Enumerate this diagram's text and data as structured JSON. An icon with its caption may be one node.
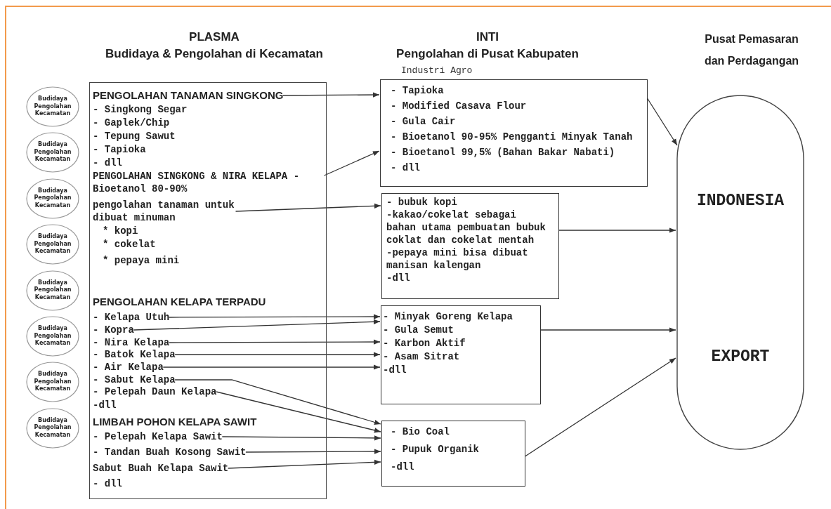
{
  "diagram": {
    "nodes": [
      {
        "text": [],
        "shape": "box"
      },
      {
        "text": [
          "PENGOLAHAN TANAMAN SINGKONG"
        ],
        "in": 0
      },
      {
        "text": [
          "- Singkong Segar"
        ],
        "in": 0
      },
      {
        "text": [
          "- Gaplek/Chip"
        ],
        "in": 0
      },
      {
        "text": [
          "- Tepung Sawut"
        ],
        "in": 0
      },
      {
        "text": [
          "- Tapioka"
        ],
        "in": 0
      },
      {
        "text": [
          "- dll"
        ],
        "in": 0
      },
      {
        "text": [
          "PENGOLAHAN SINGKONG & NIRA KELAPA - Bioetanol 80-90%"
        ],
        "in": 0
      },
      {
        "text": [
          "pengolahan tanaman untuk dibuat minuman"
        ],
        "in": 0
      },
      {
        "text": [
          "* kopi"
        ],
        "in": 0
      },
      {
        "text": [
          "* cokelat"
        ],
        "in": 0
      },
      {
        "text": [
          "* pepaya mini"
        ],
        "in": 0
      },
      {
        "text": [
          "PENGOLAHAN KELAPA TERPADU"
        ],
        "in": 0
      },
      {
        "text": [
          "- Kelapa Utuh"
        ],
        "in": 0
      },
      {
        "text": [
          "- Kopra"
        ],
        "in": 0
      },
      {
        "text": [
          "- Nira Kelapa"
        ],
        "in": 0
      },
      {
        "text": [
          "- Batok Kelapa"
        ],
        "in": 0
      },
      {
        "text": [
          "- Air Kelapa"
        ],
        "in": 0
      },
      {
        "text": [
          "- Sabut Kelapa"
        ],
        "in": 0
      },
      {
        "text": [
          "- Pelepah Daun Kelapa"
        ],
        "in": 0
      },
      {
        "text": [
          "-dll"
        ],
        "in": 0
      },
      {
        "text": [
          "LIMBAH POHON KELAPA SAWIT"
        ],
        "in": 0
      },
      {
        "text": [
          "- Pelepah Kelapa Sawit"
        ],
        "in": 0
      },
      {
        "text": [
          "- Tandan Buah Kosong Sawit"
        ],
        "in": 0
      },
      {
        "text": [
          "Sabut Buah Kelapa Sawit"
        ],
        "in": 0
      },
      {
        "text": [
          "- dll"
        ],
        "in": 0
      },
      {
        "text": [
          "Industri Agro",
          "- Tapioka",
          "- Modified Casava Flour",
          "- Gula Cair",
          "- Bioetanol 90-95% Pengganti Minyak Tanah",
          "- Bioetanol 99,5% (Bahan Bakar Nabati)",
          "- dll"
        ]
      },
      {
        "text": [
          "- bubuk kopi",
          "-kakao/cokelat sebagai bahan utama pembuatan bubuk coklat dan cokelat mentah",
          "-pepaya mini bisa dibuat manisan kalengan",
          "-dll"
        ]
      },
      {
        "text": [
          "- Minyak Goreng Kelapa",
          "- Gula Semut",
          "- Karbon Aktif",
          "- Asam Sitrat",
          "-dll"
        ]
      },
      {
        "text": [
          "- Bio Coal",
          "- Pupuk Organik",
          "-dll"
        ]
      },
      {
        "text": [
          "INDONESIA",
          "EXPORT"
        ]
      },
      {
        "text": [
          "Budidaya Pengolahan Kecamatan"
        ]
      },
      {
        "text": [
          "Budidaya Pengolahan Kecamatan"
        ]
      },
      {
        "text": [
          "Budidaya Pengolahan Kecamatan"
        ]
      },
      {
        "text": [
          "Budidaya Pengolahan Kecamatan"
        ]
      },
      {
        "text": [
          "Budidaya Pengolahan Kecamatan"
        ]
      },
      {
        "text": [
          "Budidaya Pengolahan Kecamatan"
        ]
      },
      {
        "text": [
          "Budidaya Pengolahan Kecamatan"
        ]
      },
      {
        "text": [
          "Budidaya Pengolahan Kecamatan"
        ]
      }
    ],
    "edges": [
      {
        "from": 1,
        "to": 26,
        "arrow": "to"
      },
      {
        "from": 7,
        "to": 26,
        "arrow": "to"
      },
      {
        "from": 8,
        "to": 27,
        "arrow": "to"
      },
      {
        "from": 13,
        "to": 28,
        "arrow": "to"
      },
      {
        "from": 14,
        "to": 28,
        "arrow": "to"
      },
      {
        "from": 15,
        "to": 28,
        "arrow": "to"
      },
      {
        "from": 16,
        "to": 28,
        "arrow": "to"
      },
      {
        "from": 17,
        "to": 28,
        "arrow": "to"
      },
      {
        "from": 18,
        "to": 29,
        "arrow": "to"
      },
      {
        "from": 19,
        "to": 29,
        "arrow": "to"
      },
      {
        "from": 22,
        "to": 29,
        "arrow": "to"
      },
      {
        "from": 23,
        "to": 29,
        "arrow": "to"
      },
      {
        "from": 24,
        "to": 29,
        "arrow": "to"
      },
      {
        "from": 26,
        "to": 30,
        "arrow": "to"
      },
      {
        "from": 27,
        "to": 30,
        "arrow": "to"
      },
      {
        "from": 28,
        "to": 30,
        "arrow": "to"
      },
      {
        "from": 29,
        "to": 30,
        "arrow": "to"
      }
    ],
    "labels": [
      "PLASMA",
      "Budidaya & Pengolahan di Kecamatan",
      "INTI",
      "Pengolahan di Pusat Kabupaten",
      "Pusat Pemasaran dan Perdagangan"
    ]
  }
}
